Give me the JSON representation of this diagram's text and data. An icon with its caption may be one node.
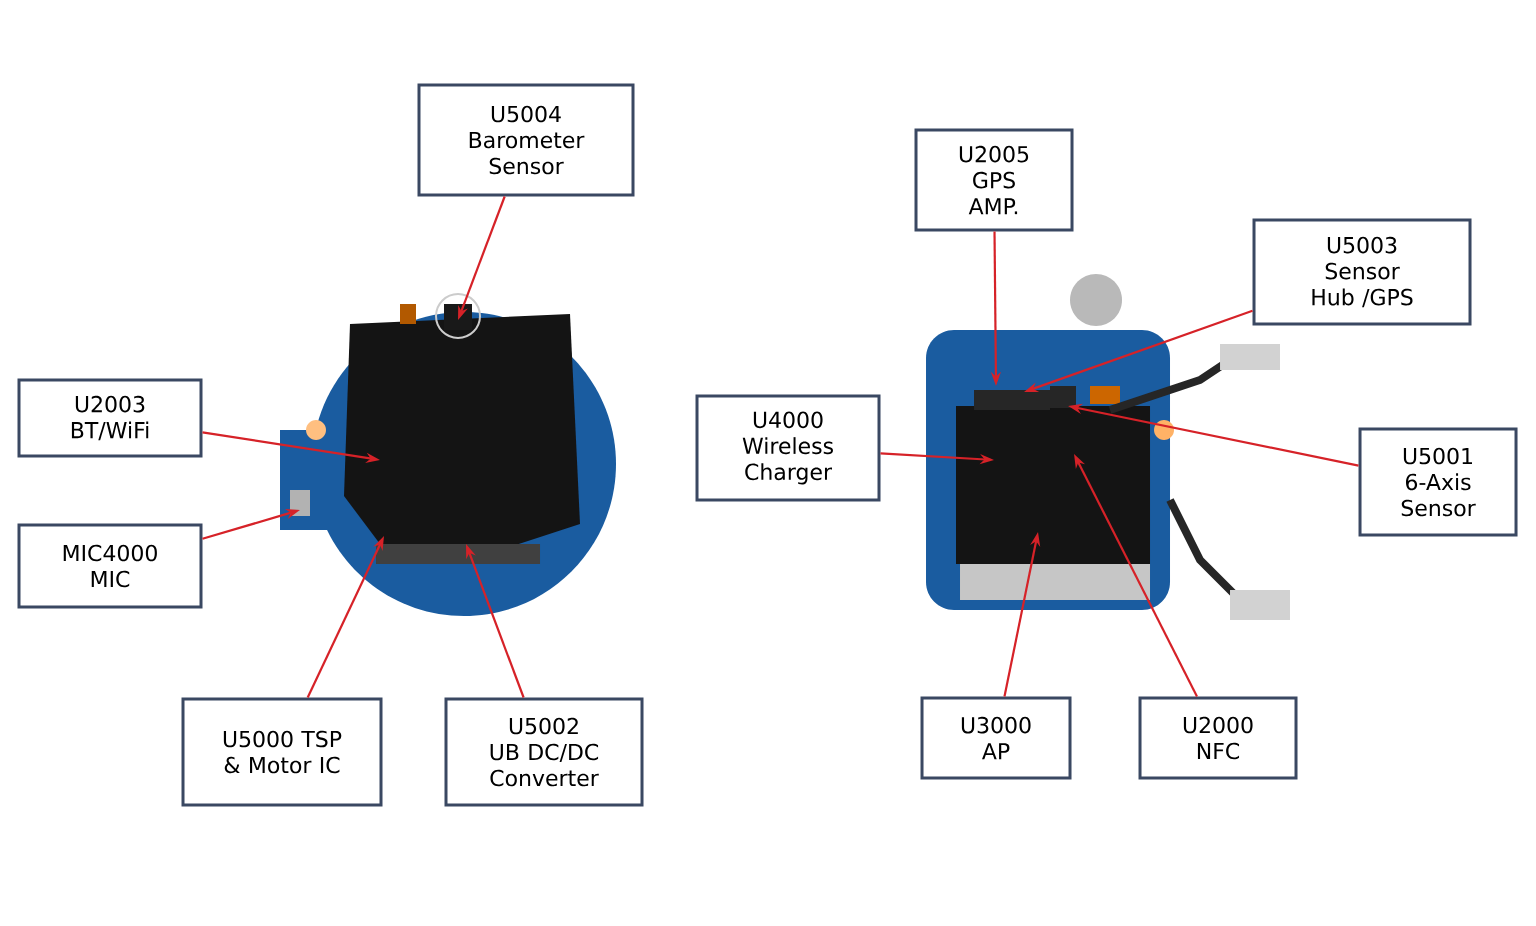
{
  "diagram": {
    "nodes": [
      {
        "text": [
          "U5004 Barometer Sensor"
        ]
      },
      {
        "text": [
          "U2003 BT/WiFi"
        ]
      },
      {
        "text": [
          "MIC4000 MIC"
        ]
      },
      {
        "text": [
          "U5000 TSP & Motor IC"
        ]
      },
      {
        "text": [
          "U5002 UB DC/DC Converter"
        ]
      },
      {
        "text": [
          "U2005 GPS AMP."
        ]
      },
      {
        "text": [
          "U5003 Sensor Hub /GPS"
        ]
      },
      {
        "text": [
          "U4000 Wireless Charger"
        ]
      },
      {
        "text": [
          "U5001 6-Axis Sensor"
        ]
      },
      {
        "text": [
          "U3000 AP"
        ]
      },
      {
        "text": [
          "U2000 NFC"
        ]
      }
    ],
    "edges": [
      {
        "from": 0,
        "to": null,
        "arrow": "to"
      },
      {
        "from": 1,
        "to": null,
        "arrow": "to"
      },
      {
        "from": 2,
        "to": null,
        "arrow": "to"
      },
      {
        "from": 3,
        "to": null,
        "arrow": "to"
      },
      {
        "from": 4,
        "to": null,
        "arrow": "to"
      },
      {
        "from": 5,
        "to": null,
        "arrow": "to"
      },
      {
        "from": 6,
        "to": null,
        "arrow": "to"
      },
      {
        "from": 7,
        "to": null,
        "arrow": "to"
      },
      {
        "from": 8,
        "to": null,
        "arrow": "to"
      },
      {
        "from": 9,
        "to": null,
        "arrow": "to"
      },
      {
        "from": 10,
        "to": null,
        "arrow": "to"
      }
    ]
  }
}
